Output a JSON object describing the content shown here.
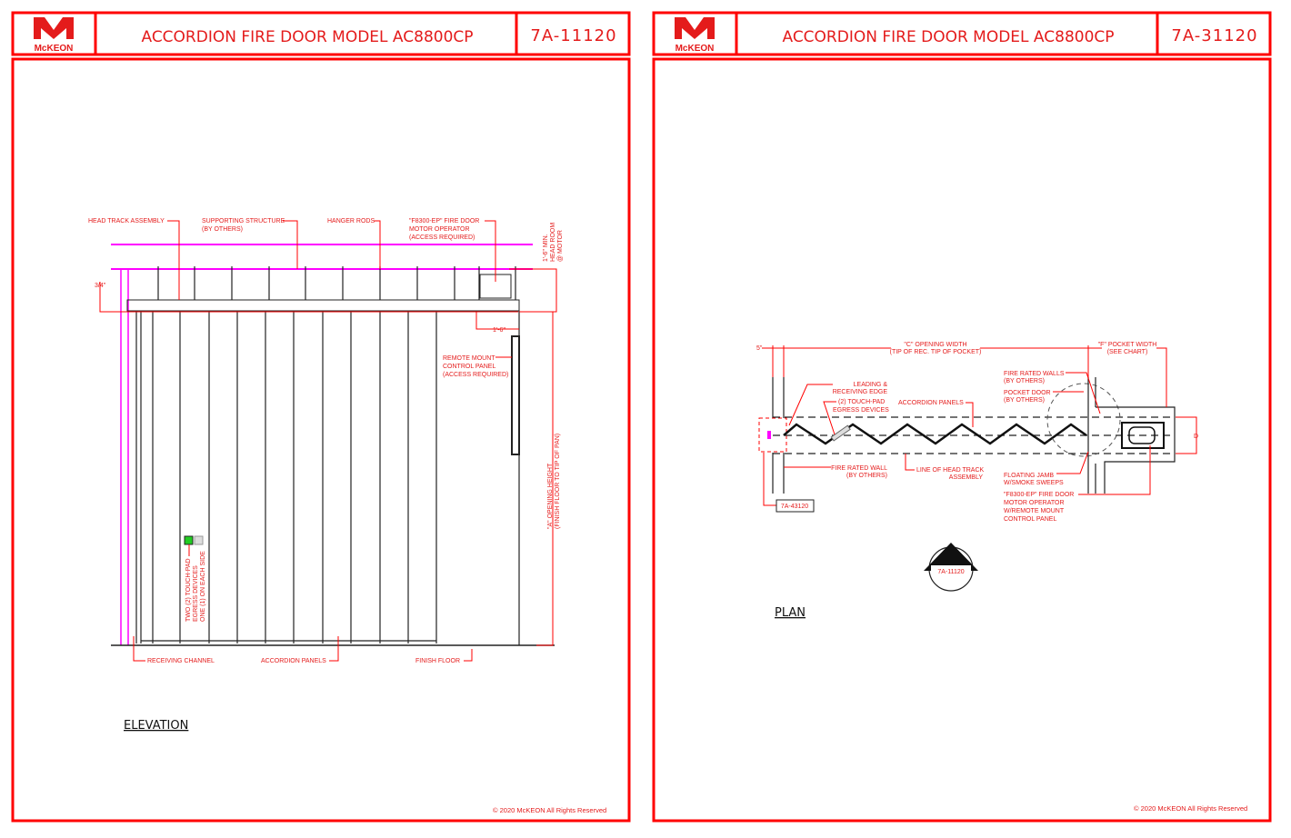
{
  "sheets": [
    {
      "logo": "McKEON",
      "title": "ACCORDION FIRE DOOR MODEL AC8800CP",
      "number": "7A-11120",
      "view_title": "ELEVATION",
      "copyright": "© 2020 McKEON All Rights Reserved",
      "labels": {
        "head_track": "HEAD TRACK ASSEMBLY",
        "support_1": "SUPPORTING STRUCTURE",
        "support_2": "(BY OTHERS)",
        "hanger_rods": "HANGER RODS",
        "motor_1": "\"F8300-EP\" FIRE DOOR",
        "motor_2": "MOTOR OPERATOR",
        "motor_3": "(ACCESS REQUIRED)",
        "headroom_1": "1'-6\" MIN.",
        "headroom_2": "HEAD ROOM",
        "headroom_3": "@ MOTOR",
        "dim_34": "3/4\"",
        "dim_16": "1'-6\"",
        "remote_1": "REMOTE MOUNT",
        "remote_2": "CONTROL PANEL",
        "remote_3": "(ACCESS REQUIRED)",
        "height_1": "\"A\" OPENING HEIGHT",
        "height_2": "(FINISH FLOOR TO TIP OF PAN)",
        "touch_1": "TWO (2) TOUCH-PAD",
        "touch_2": "EGRESS DEVICES",
        "touch_3": "ONE (1) ON EACH SIDE",
        "receiving": "RECEIVING CHANNEL",
        "panels": "ACCORDION PANELS",
        "floor": "FINISH FLOOR"
      }
    },
    {
      "logo": "McKEON",
      "title": "ACCORDION FIRE DOOR MODEL AC8800CP",
      "number": "7A-31120",
      "view_title": "PLAN",
      "copyright": "© 2020 McKEON All Rights Reserved",
      "section_ref": "7A-11120",
      "detail_ref": "7A-43120",
      "labels": {
        "dim_5": "5\"",
        "opening_1": "\"C\" OPENING WIDTH",
        "opening_2": "(TIP OF REC. TIP OF POCKET)",
        "pocket_1": "\"F\" POCKET WIDTH",
        "pocket_2": "(SEE CHART)",
        "leading_1": "LEADING &",
        "leading_2": "RECEIVING EDGE",
        "touch_1": "(2) TOUCH-PAD",
        "touch_2": "EGRESS DEVICES",
        "panels": "ACCORDION PANELS",
        "walls_1": "FIRE RATED WALLS",
        "walls_2": "(BY OTHERS)",
        "pocket_door_1": "POCKET DOOR",
        "pocket_door_2": "(BY OTHERS)",
        "wall_1": "FIRE RATED WALL",
        "wall_2": "(BY OTHERS)",
        "track_1": "LINE OF HEAD TRACK",
        "track_2": "ASSEMBLY",
        "jamb_1": "FLOATING JAMB",
        "jamb_2": "W/SMOKE SWEEPS",
        "motor_1": "\"F8300-EP\" FIRE DOOR",
        "motor_2": "MOTOR OPERATOR",
        "motor_3": "W/REMOTE MOUNT",
        "motor_4": "CONTROL PANEL",
        "dim_d": "D"
      }
    }
  ]
}
